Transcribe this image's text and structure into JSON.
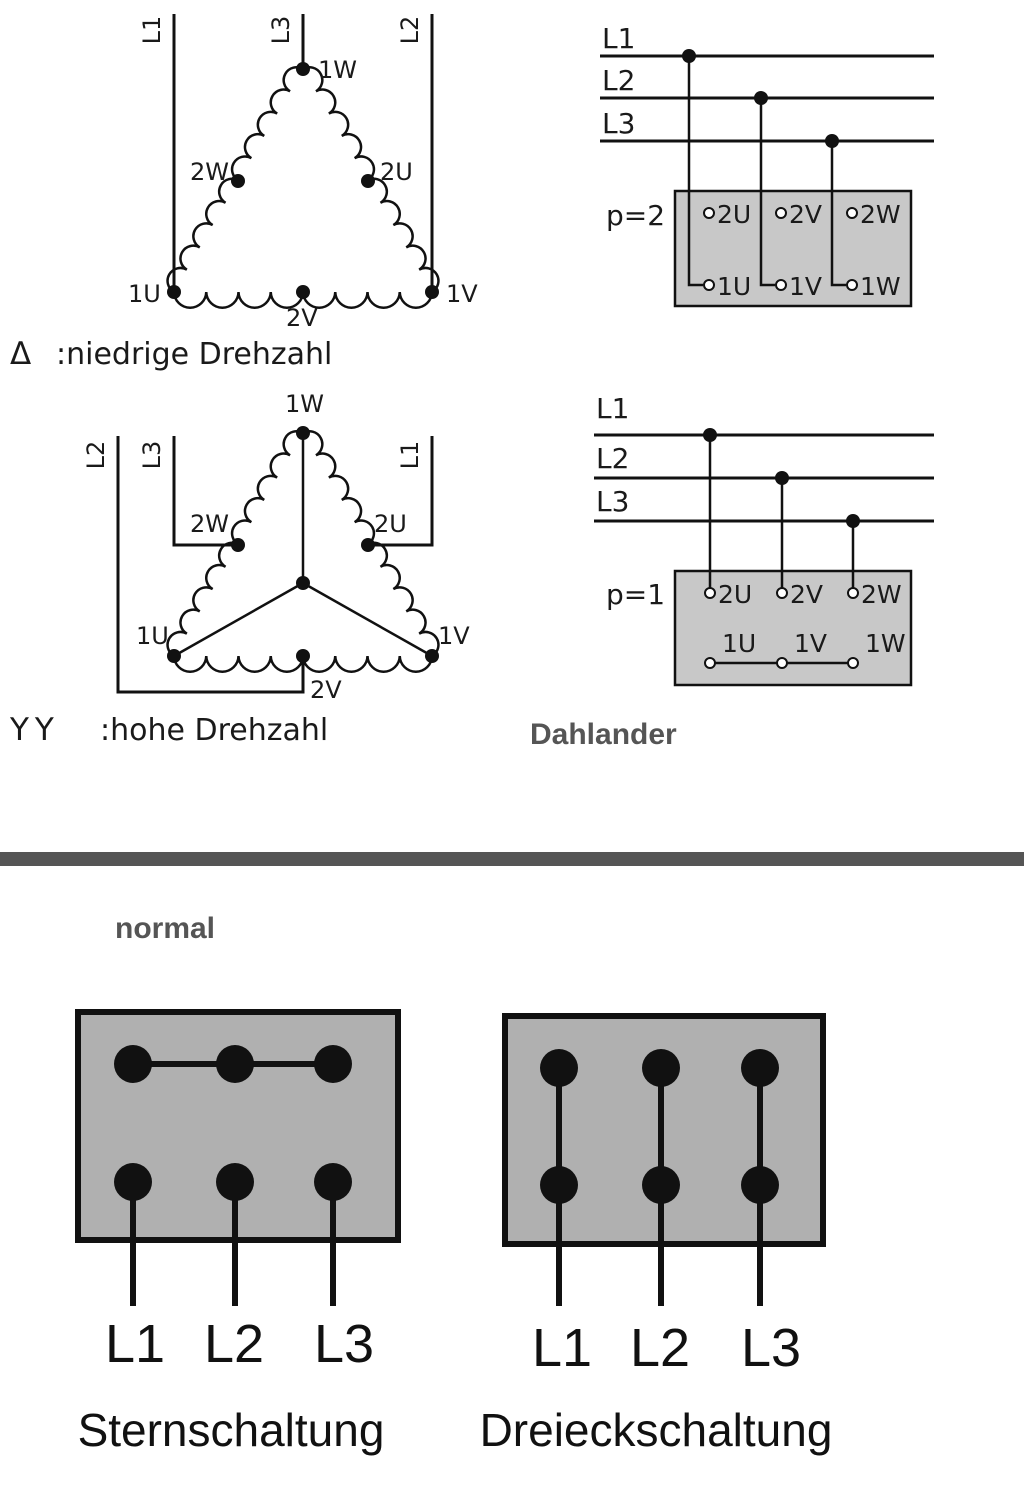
{
  "colors": {
    "ink": "#111111",
    "box": "#c8c8c8",
    "box_big": "#b0b0b0",
    "divider": "#555555",
    "label_grey": "#555555"
  },
  "delta": {
    "lines": [
      "L1",
      "L3",
      "L2"
    ],
    "nodes": {
      "top": "1W",
      "left_mid": "2W",
      "right_mid": "2U",
      "bl": "1U",
      "br": "1V",
      "bottom_mid": "2V"
    },
    "symbol": "Δ",
    "caption": ":niedrige Drehzahl"
  },
  "yy": {
    "lines": [
      "L2",
      "L3",
      "L1"
    ],
    "nodes": {
      "top": "1W",
      "left_mid": "2W",
      "right_mid": "2U",
      "bl": "1U",
      "br": "1V",
      "bottom_mid": "2V"
    },
    "symbol": "YY",
    "caption": ":hohe Drehzahl"
  },
  "dahlander_p2": {
    "lines": [
      "L1",
      "L2",
      "L3"
    ],
    "pole_label": "p=2",
    "top_terminals": [
      "2U",
      "2V",
      "2W"
    ],
    "bottom_terminals": [
      "1U",
      "1V",
      "1W"
    ]
  },
  "dahlander_p1": {
    "lines": [
      "L1",
      "L2",
      "L3"
    ],
    "pole_label": "p=1",
    "top_terminals": [
      "2U",
      "2V",
      "2W"
    ],
    "bottom_terminals": [
      "1U",
      "1V",
      "1W"
    ]
  },
  "dahlander_label": "Dahlander",
  "normal_label": "normal",
  "star": {
    "lines": [
      "L1",
      "L2",
      "L3"
    ],
    "caption": "Sternschaltung"
  },
  "triangle": {
    "lines": [
      "L1",
      "L2",
      "L3"
    ],
    "caption": "Dreieckschaltung"
  }
}
